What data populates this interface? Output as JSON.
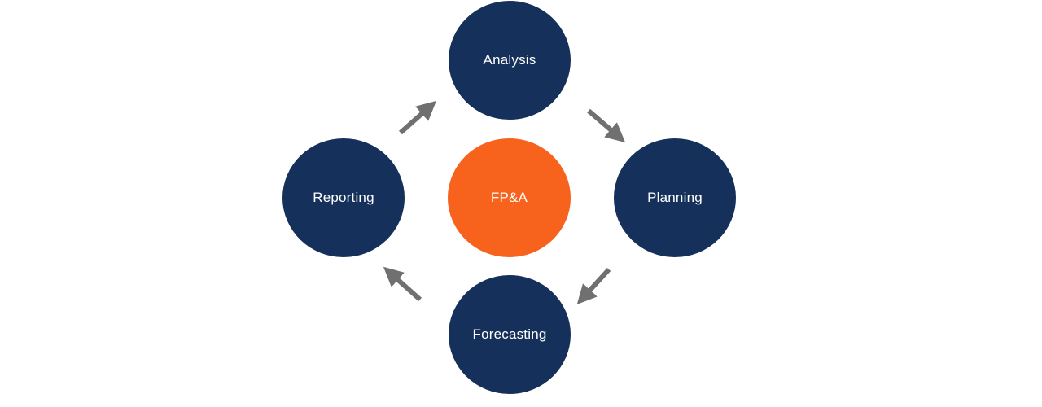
{
  "nodes": {
    "analysis": "Analysis",
    "planning": "Planning",
    "forecasting": "Forecasting",
    "reporting": "Reporting",
    "center": "FP&A"
  },
  "colors": {
    "node_fill": "#15305a",
    "center_fill": "#f7631c",
    "arrow": "#707070"
  }
}
